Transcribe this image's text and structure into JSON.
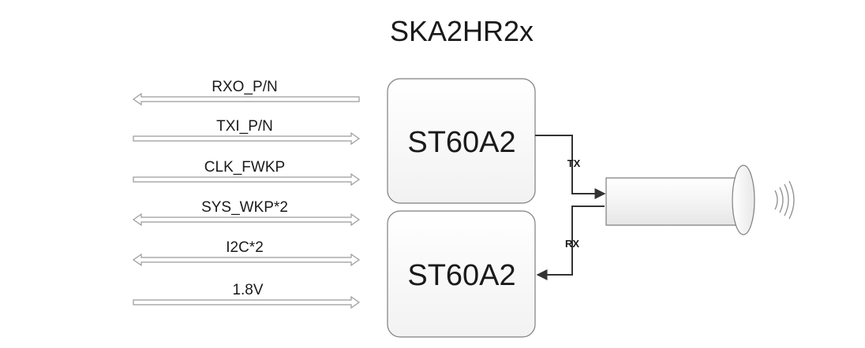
{
  "title": "SKA2HR2x",
  "signals": [
    {
      "label": "RXO_P/N",
      "direction": "left"
    },
    {
      "label": "TXI_P/N",
      "direction": "right"
    },
    {
      "label": "CLK_FWKP",
      "direction": "right"
    },
    {
      "label": "SYS_WKP*2",
      "direction": "both"
    },
    {
      "label": "I2C*2",
      "direction": "both"
    },
    {
      "label": "1.8V",
      "direction": "right"
    }
  ],
  "chips": [
    {
      "label": "ST60A2"
    },
    {
      "label": "ST60A2"
    }
  ],
  "connections": {
    "tx_label": "TX",
    "rx_label": "RX"
  },
  "colors": {
    "arrow_fill": "#ffffff",
    "arrow_stroke": "#9a9a9a",
    "chip_fill": "#fafafa",
    "chip_stroke": "#7f7f7f",
    "line": "#333333"
  },
  "icons": {
    "antenna": "cylinder-antenna-icon",
    "waves": "radio-waves-icon"
  }
}
